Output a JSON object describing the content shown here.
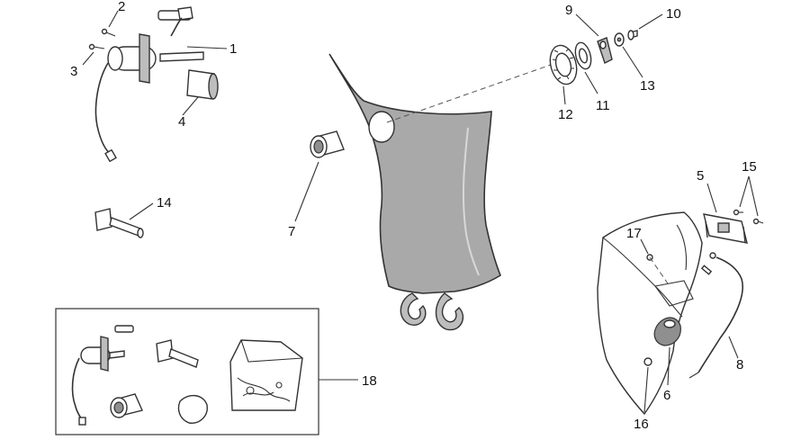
{
  "callouts": {
    "c1": "1",
    "c2": "2",
    "c3": "3",
    "c4": "4",
    "c5": "5",
    "c6": "6",
    "c7": "7",
    "c8": "8",
    "c9": "9",
    "c10": "10",
    "c11": "11",
    "c12": "12",
    "c13": "13",
    "c14": "14",
    "c15": "15",
    "c16": "16",
    "c17": "17",
    "c18": "18"
  },
  "colors": {
    "line": "#333333",
    "panel_fill": "#a9a9a9",
    "part_fill": "#ffffff",
    "shade_fill": "#bdbdbd"
  }
}
